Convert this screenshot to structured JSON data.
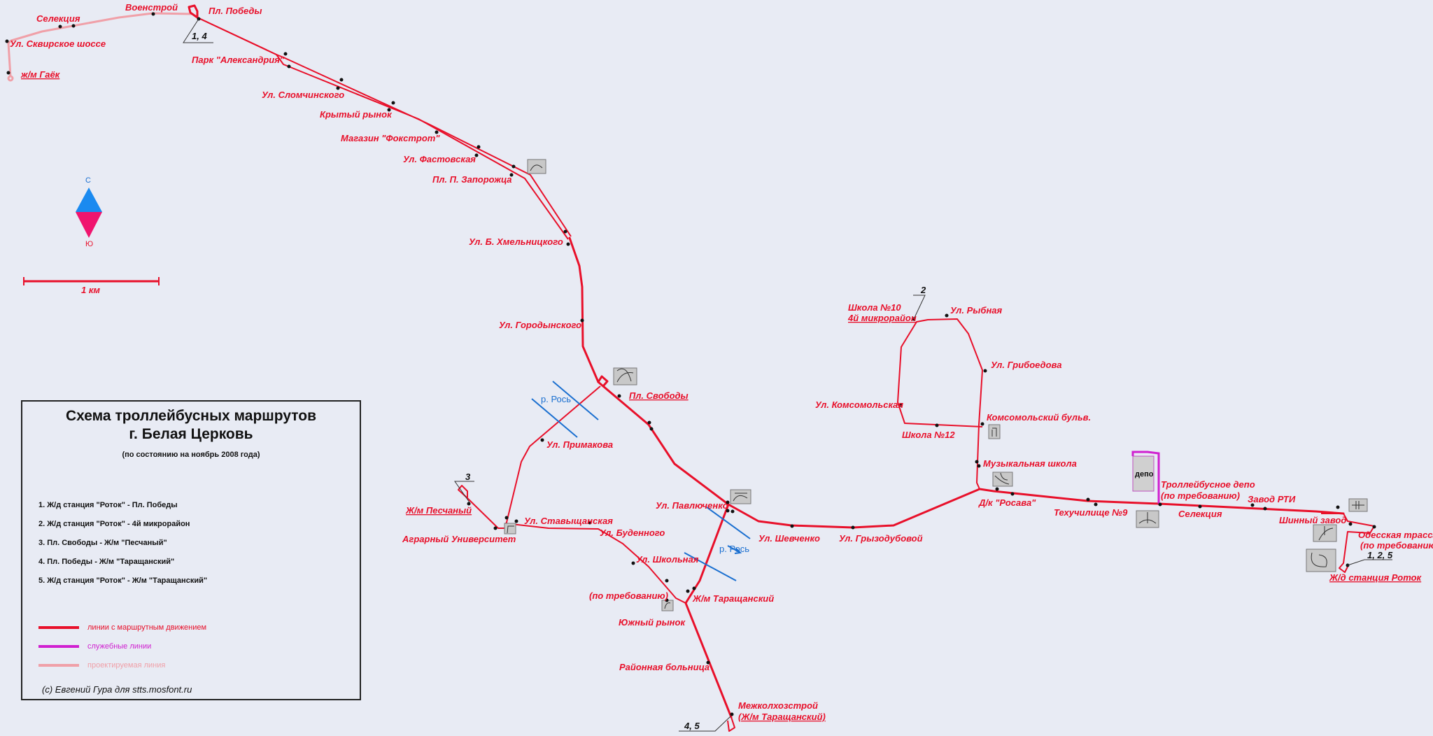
{
  "colors": {
    "route": "#e8102a",
    "service": "#d020d0",
    "planned": "#f0a0a8",
    "river": "#1a6fd0",
    "background": "#e8ebf4"
  },
  "legend": {
    "title_line1": "Схема троллейбусных маршрутов",
    "title_line2": "г. Белая Церковь",
    "subtitle": "(по состоянию на ноябрь 2008 года)",
    "routes": [
      "1. Ж/д станция \"Роток\" - Пл. Победы",
      "2. Ж/д станция \"Роток\" - 4й микрорайон",
      "3. Пл. Свободы - Ж/м \"Песчаный\"",
      "4. Пл. Победы - Ж/м \"Таращанский\"",
      "5. Ж/д станция \"Роток\" - Ж/м \"Таращанский\""
    ],
    "keys": [
      {
        "label": "линии с маршрутным движением"
      },
      {
        "label": "служебные линии"
      },
      {
        "label": "проектируемая линия"
      }
    ],
    "copyright": "(c) Евгений Гура для stts.mosfont.ru"
  },
  "compass": {
    "north": "С",
    "south": "Ю"
  },
  "scale": {
    "label": "1  км"
  },
  "terminal_routes": {
    "pobedy": "1, 4",
    "peschany": "3",
    "mikro4": "2",
    "taraschansky": "4, 5",
    "rotok": "1, 2, 5"
  },
  "river": {
    "name": "р. Рось"
  },
  "depot_label": "депо",
  "stops": {
    "selektsiya_w": "Селекция",
    "voenstroy": "Военстрой",
    "pl_pobedy": "Пл. Победы",
    "skvirskoe": "Ул. Сквирское шоссе",
    "gayok": "ж/м Гаёк",
    "aleksandriya": "Парк \"Александрия\"",
    "slomchinskogo": "Ул. Сломчинского",
    "krytyi_rynok": "Крытый рынок",
    "fokstrot": "Магазин \"Фокстрот\"",
    "fastovskaya": "Ул. Фастовская",
    "zaporozhtsa": "Пл. П. Запорожца",
    "khmelnitskogo": "Ул. Б. Хмельницкого",
    "gorodynskogo": "Ул. Городынского",
    "pl_svobody": "Пл. Свободы",
    "primakova": "Ул. Примакова",
    "peschany": "Ж/м Песчаный",
    "agrarny": "Аграрный Университет",
    "stavyschanskaya": "Ул. Ставыщанская",
    "budennogo": "Ул. Буденного",
    "shkolnaya": "Ул. Школьная",
    "po_trebovaniyu": "(по требованию)",
    "yuzhny_rynok": "Южный рынок",
    "bolnitsa": "Районная больница",
    "mezhkolkhoz": "Межколхозстрой",
    "mezhkolkhoz2": "(Ж/м Таращанский)",
    "taraschansky": "Ж/м Таращанский",
    "pavlyuchenko": "Ул. Павлюченко",
    "shevchenko": "Ул. Шевченко",
    "gryzodubovoy": "Ул. Грызодубовой",
    "shkola10": "Школа №10",
    "mikro4": "4й микрорайон",
    "rybnaya": "Ул. Рыбная",
    "griboedova": "Ул. Грибоедова",
    "komsomolskaya": "Ул. Комсомольская",
    "komsomolsky_bulv": "Комсомольский бульв.",
    "shkola12": "Школа №12",
    "muz_shkola": "Музыкальная школа",
    "rosava": "Д/к \"Росава\"",
    "tekhuchilische": "Техучилище №9",
    "depo": "Троллейбусное депо",
    "depo2": "(по требованию)",
    "selektsiya_e": "Селекция",
    "zavod_rti": "Завод РТИ",
    "shinny": "Шинный завод",
    "odesskaya": "Одесская трасса",
    "odesskaya2": "(по требованию)",
    "rotok": "Ж/д станция Роток"
  }
}
